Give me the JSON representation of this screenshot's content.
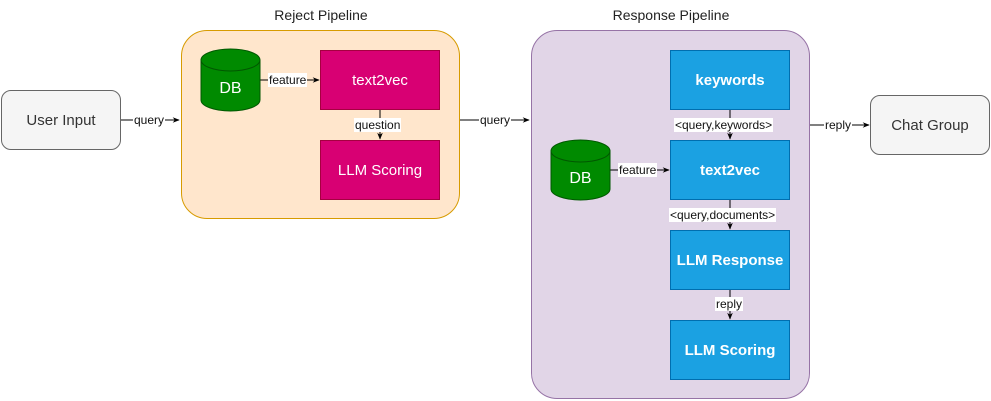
{
  "groups": {
    "reject": {
      "title": "Reject Pipeline"
    },
    "response": {
      "title": "Response Pipeline"
    }
  },
  "nodes": {
    "user_input": "User Input",
    "chat_group": "Chat Group",
    "reject_db": "DB",
    "reject_text2vec": "text2vec",
    "reject_llm_scoring": "LLM Scoring",
    "resp_keywords": "keywords",
    "resp_db": "DB",
    "resp_text2vec": "text2vec",
    "resp_llm_response": "LLM Response",
    "resp_llm_scoring": "LLM Scoring"
  },
  "edges": {
    "user_to_reject": "query",
    "reject_db_feature": "feature",
    "reject_question": "question",
    "reject_to_response": "query",
    "keywords_out": "<query,keywords>",
    "resp_db_feature": "feature",
    "text2vec_out": "<query,documents>",
    "llm_reply": "reply",
    "to_chat_group": "reply"
  },
  "colors": {
    "reject_bg": "#ffe6cc",
    "reject_border": "#d79b00",
    "response_bg": "#e1d5e7",
    "response_border": "#9673a6",
    "pink": "#d80073",
    "blue": "#1ba1e2",
    "db_green": "#008a00"
  }
}
